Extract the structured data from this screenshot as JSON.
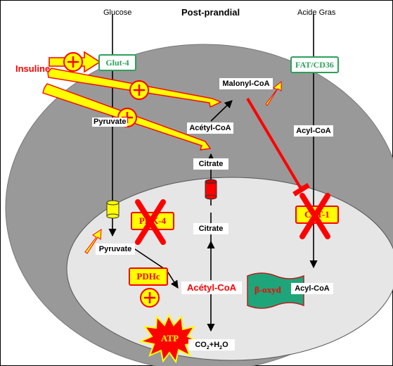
{
  "header": {
    "glucose": "Glucose",
    "post_prandial": "Post-prandial",
    "acide_gras": "Acide Gras"
  },
  "labels": {
    "insuline": "Insuline",
    "glut4": "Glut-4",
    "fat_cd36": "FAT/CD36",
    "malonyl_coa": "Malonyl-CoA",
    "acetyl_coa_cyto": "Acétyl-CoA",
    "pyruvate_cyto": "Pyruvate",
    "acyl_coa_cyto": "Acyl-CoA",
    "citrate_cyto": "Citrate",
    "citrate_mito": "Citrate",
    "pyruvate_mito": "Pyruvate",
    "pdk4": "PDK-4",
    "cpt1": "CPT-1",
    "pdhc": "PDHc",
    "acetyl_coa_mito": "Acétyl-CoA",
    "beta_oxyd": "β-oxyd",
    "acyl_coa_mito": "Acyl-CoA",
    "atp": "ATP",
    "co2": "CO",
    "co2_sub": "2",
    "plus": "+",
    "h2o": "H",
    "h2o_sub": "2",
    "h2o_o": "O"
  },
  "symbols": {
    "plus_sign": "+",
    "stimulation": "plus-circle-icon",
    "inhibition": "x-cross-icon"
  },
  "colors": {
    "red": "#ff0000",
    "yellow": "#ffff00",
    "green": "#2ca05a",
    "teal": "#1fa57a",
    "cell_gray": "#999999",
    "mito_gray": "#e6e6e6"
  }
}
